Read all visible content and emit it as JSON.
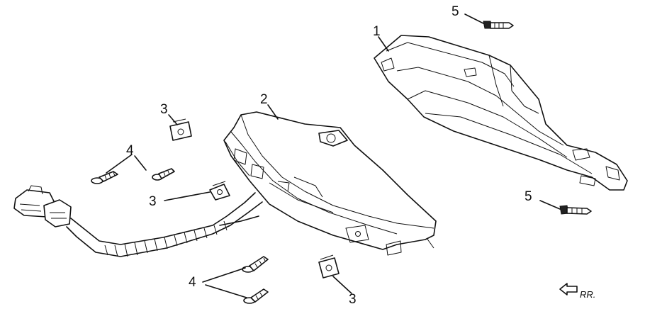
{
  "labels": {
    "part1": "1",
    "part2": "2",
    "clip_upper": "3",
    "clip_mid": "3",
    "clip_lower": "3",
    "screw_upper": "4",
    "screw_lower": "4",
    "bolt_top": "5",
    "bolt_right": "5"
  },
  "direction_marker": "RR."
}
